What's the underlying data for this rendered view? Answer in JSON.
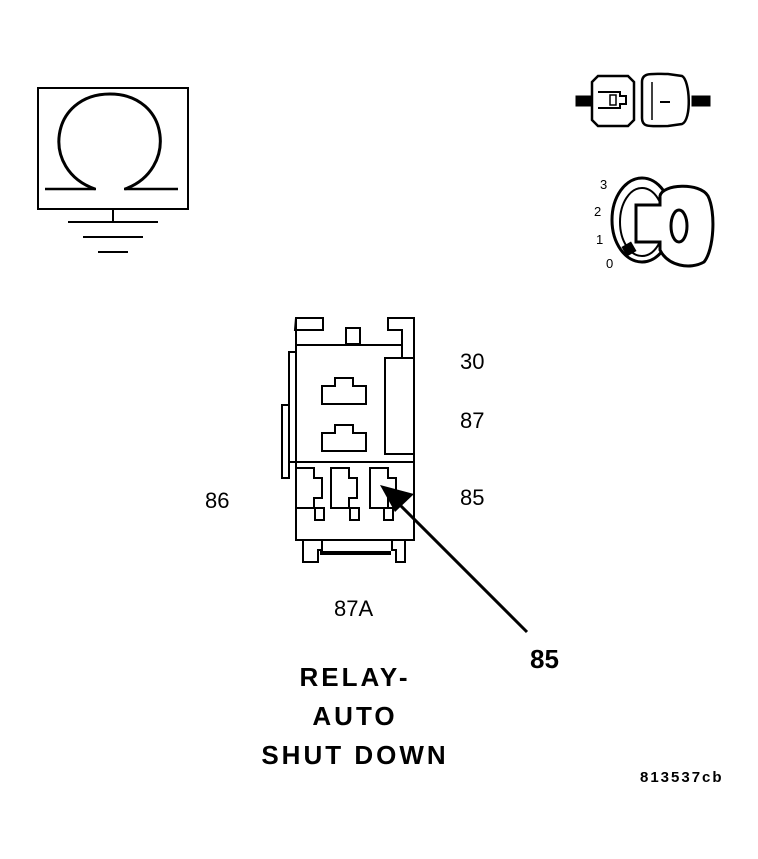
{
  "pin_labels": {
    "pin_30": "30",
    "pin_87": "87",
    "pin_86": "86",
    "pin_85": "85",
    "pin_87a": "87A"
  },
  "ignition_positions": [
    "3",
    "2",
    "1",
    "0"
  ],
  "callout": "85",
  "title_lines": [
    "RELAY-",
    "AUTO",
    "SHUT DOWN"
  ],
  "figure_code": "813537cb",
  "icons": [
    "ground-symbol-icon",
    "connector-icon",
    "ignition-key-icon",
    "relay-diagram"
  ],
  "colors": {
    "ink": "#000000",
    "background": "#ffffff"
  }
}
